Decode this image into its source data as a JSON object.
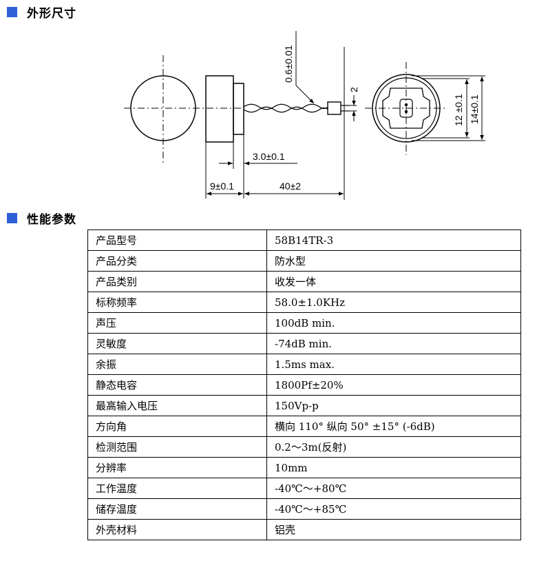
{
  "sections": {
    "dimensions_title": "外形尺寸",
    "specs_title": "性能参数"
  },
  "drawing": {
    "dims": {
      "wire_dia": "0.6±0.01",
      "pin_gap": "2",
      "inner": "12 ±0.1",
      "outer": "14±0.1",
      "step": "3.0±0.1",
      "height": "9±0.1",
      "lead_length": "40±2"
    }
  },
  "specs": [
    {
      "key": "产品型号",
      "value": "58B14TR-3"
    },
    {
      "key": "产品分类",
      "value": "防水型"
    },
    {
      "key": "产品类别",
      "value": "收发一体"
    },
    {
      "key": "标称频率",
      "value": "58.0±1.0KHz"
    },
    {
      "key": "声压",
      "value": "100dB min."
    },
    {
      "key": "灵敏度",
      "value": "-74dB min."
    },
    {
      "key": "余振",
      "value": "1.5ms max."
    },
    {
      "key": "静态电容",
      "value": "1800Pf±20%"
    },
    {
      "key": "最高输入电压",
      "value": "150Vp-p"
    },
    {
      "key": "方向角",
      "value": "横向 110° 纵向 50° ±15° (-6dB)"
    },
    {
      "key": "检测范围",
      "value": "0.2～3m(反射)"
    },
    {
      "key": "分辨率",
      "value": "10mm"
    },
    {
      "key": "工作温度",
      "value": "-40℃～+80℃"
    },
    {
      "key": "储存温度",
      "value": "-40℃～+85℃"
    },
    {
      "key": "外壳材料",
      "value": "铝壳"
    }
  ]
}
